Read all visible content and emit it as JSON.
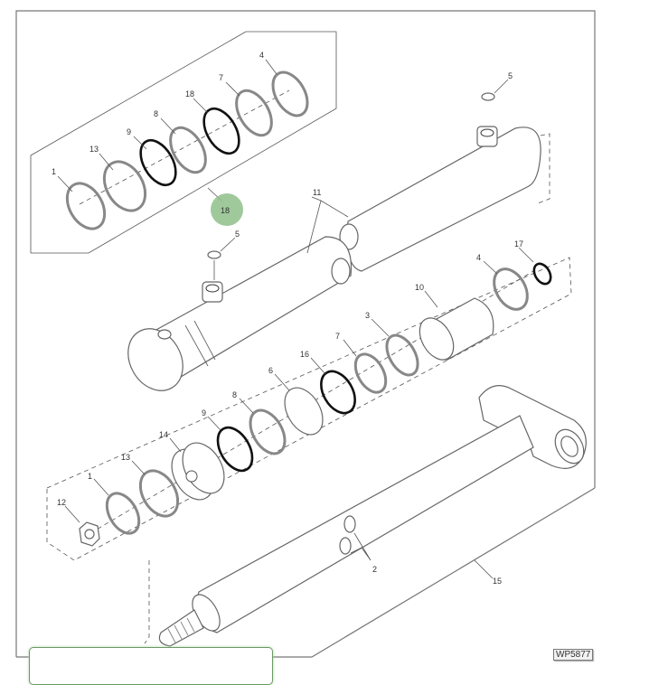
{
  "diagram": {
    "code": "WP5877",
    "highlighted_callout": "18",
    "highlight_color": "#8fbf8a",
    "kit_callouts": [
      "1",
      "13",
      "9",
      "8",
      "18",
      "7",
      "4"
    ],
    "callouts": {
      "top_5": "5",
      "c11": "11",
      "mid_5": "5",
      "c17": "17",
      "c4": "4",
      "c10": "10",
      "c3": "3",
      "c7": "7",
      "c16": "16",
      "c6": "6",
      "c8": "8",
      "c9": "9",
      "c14": "14",
      "c13": "13",
      "c1": "1",
      "c12": "12",
      "c2": "2",
      "c15": "15"
    }
  }
}
